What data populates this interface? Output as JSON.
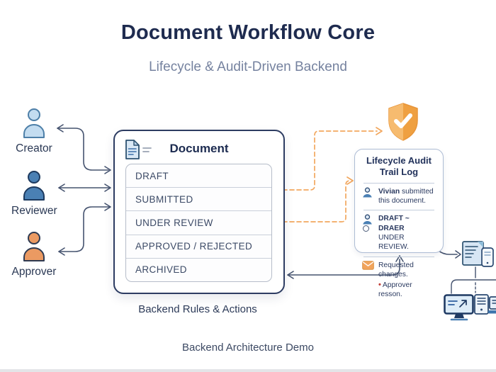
{
  "header": {
    "title": "Document Workflow Core",
    "subtitle": "Lifecycle & Audit-Driven Backend"
  },
  "actors": [
    {
      "label": "Creator",
      "icon": "person-icon",
      "fill": "#c3dcf0",
      "stroke": "#4d7fa8"
    },
    {
      "label": "Reviewer",
      "icon": "person-icon",
      "fill": "#4a80b4",
      "stroke": "#1d3a5f"
    },
    {
      "label": "Approver",
      "icon": "person-icon",
      "fill": "#eb9a62",
      "stroke": "#2f3b52"
    }
  ],
  "document_box": {
    "icon": "document-icon",
    "title": "Document",
    "states": [
      "DRAFT",
      "SUBMITTED",
      "UNDER REVIEW",
      "APPROVED / REJECTED",
      "ARCHIVED"
    ],
    "caption": "Backend Rules & Actions"
  },
  "audit_panel": {
    "title": "Lifecycle Audit Trail Log",
    "entries": [
      {
        "icon": "user-icon",
        "bold": "Vivian",
        "text": " submitted this document."
      },
      {
        "icon": "user-transition-icon",
        "bold": "DRAFT ~ DRAER",
        "text": "UNDER REVIEW."
      },
      {
        "icon": "mail-icon",
        "text": "Requested changes.",
        "bullet": "•",
        "note": "Approver resson."
      }
    ]
  },
  "shield": {
    "icon": "shield-check-icon",
    "color": "#f0a143"
  },
  "devices": {
    "icons": [
      "document-mobile-icon",
      "desktop-icon",
      "server-icon",
      "laptop-icon"
    ]
  },
  "footer": {
    "caption": "Backend Architecture Demo"
  },
  "colors": {
    "navy_title": "#1e2b4f",
    "subtitle": "#75829f",
    "body_text": "#3c4a66",
    "connector_navy": "#45536f",
    "connector_orange": "#f2a75e",
    "panel_border": "#adbcd4",
    "shield_orange": "#f0a143",
    "alert_red": "#c2403a"
  }
}
